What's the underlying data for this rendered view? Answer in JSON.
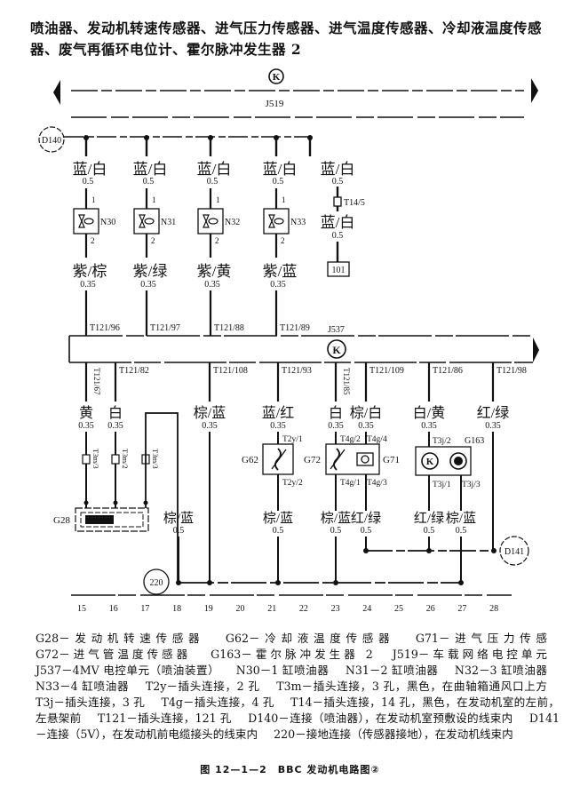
{
  "heading": "喷油器、发动机转速传感器、进气压力传感器、进气温度传感器、冷却液温度传感器、废气再循环电位计、霍尔脉冲发生器 2",
  "top_module": {
    "name": "J519",
    "symbol": "K"
  },
  "mid_module": {
    "name": "J537",
    "symbol": "K"
  },
  "connectors": {
    "d140": "D140",
    "d141": "D141",
    "g220": "220",
    "t14_5": "T14/5",
    "box101": "101"
  },
  "injectors": [
    {
      "name": "N30",
      "wire_top": "蓝/白",
      "gauge_top": "0.5",
      "pin_top": "1",
      "pin_bottom": "2",
      "wire_bottom": "紫/棕",
      "gauge_bottom": "0.35",
      "terminal": "T121/96"
    },
    {
      "name": "N31",
      "wire_top": "蓝/白",
      "gauge_top": "0.5",
      "pin_top": "1",
      "pin_bottom": "2",
      "wire_bottom": "紫/绿",
      "gauge_bottom": "0.35",
      "terminal": "T121/97"
    },
    {
      "name": "N32",
      "wire_top": "蓝/白",
      "gauge_top": "0.5",
      "pin_top": "1",
      "pin_bottom": "2",
      "wire_bottom": "紫/黄",
      "gauge_bottom": "0.35",
      "terminal": "T121/88"
    },
    {
      "name": "N33",
      "wire_top": "蓝/白",
      "gauge_top": "0.5",
      "pin_top": "1",
      "pin_bottom": "2",
      "wire_bottom": "紫/蓝",
      "gauge_bottom": "0.35",
      "terminal": "T121/89"
    }
  ],
  "branch5": {
    "wire_top": "蓝/白",
    "gauge_top": "0.5",
    "wire_bottom": "蓝/白",
    "gauge_bottom": "0.5"
  },
  "lower_terminals": [
    "T121/67",
    "T121/82",
    "T121/108",
    "T121/93",
    "T121/85",
    "T121/109",
    "T121/86",
    "T121/98"
  ],
  "lower_wires": [
    {
      "color": "黄",
      "gauge": "0.35"
    },
    {
      "color": "白",
      "gauge": "0.35"
    },
    {
      "color": "棕/蓝",
      "gauge": "0.35"
    },
    {
      "color": "蓝/红",
      "gauge": "0.35"
    },
    {
      "color": "白",
      "gauge": "0.35"
    },
    {
      "color": "棕/白",
      "gauge": "0.35"
    },
    {
      "color": "白/黄",
      "gauge": "0.35"
    },
    {
      "color": "红/绿",
      "gauge": "0.35"
    }
  ],
  "g28": {
    "name": "G28",
    "pins": [
      "T3m/3",
      "T3m/2",
      "T3m/3"
    ]
  },
  "g28_ground_wire": {
    "color": "棕/蓝",
    "gauge": "0.5"
  },
  "g62": {
    "name": "G62",
    "pin_top": "T2y/1",
    "pin_bottom": "T2y/2",
    "wire": "棕/蓝",
    "gauge": "0.5"
  },
  "g72": {
    "name": "G72",
    "pin_top": "T4g/2",
    "pin_bottom": "T4g/1",
    "wire": "棕/蓝",
    "gauge": "0.5"
  },
  "g71": {
    "name": "G71",
    "pin_top": "T4g/4",
    "pin_bottom": "T4g/3",
    "wire": "红/绿",
    "gauge": "0.5"
  },
  "g163": {
    "name": "G163",
    "pin_top": "T3j/2",
    "pin_left": "T3j/1",
    "pin_right": "T3j/3",
    "wire_left": "红/绿",
    "gauge_left": "0.5",
    "wire_right": "棕/蓝",
    "gauge_right": "0.5"
  },
  "grid_numbers": [
    "15",
    "16",
    "17",
    "18",
    "19",
    "20",
    "21",
    "22",
    "23",
    "24",
    "25",
    "26",
    "27",
    "28"
  ],
  "legend": [
    "G28－发动机转速传感器",
    "G62－冷却液温度传感器",
    "G71－进气压力传感",
    "G72－进气管温度传感器",
    "G163－霍尔脉冲发生器 2",
    "J519－车载网络电控单元",
    "J537－4MV 电控单元（喷油装置）",
    "N30－1 缸喷油器",
    "N31－2 缸喷油器",
    "N32－3 缸喷油器",
    "N33－4 缸喷油器",
    "T2y－插头连接，2 孔",
    "T3m－插头连接，3 孔，黑色，在曲轴箱通风口上方",
    "T3j－插头连接，3 孔",
    "T4g－插头连接，4 孔",
    "T14－插头连接，14 孔，黑色，在发动机室的左前，左悬架前",
    "T121－插头连接，121 孔",
    "D140－连接（喷油器），在发动机室预敷设的线束内",
    "D141－连接（5V），在发动机前电缆接头的线束内",
    "220－接地连接（传感器接地），在发动机线束内"
  ],
  "caption": "图 12—1—2　BBC 发动机电路图②"
}
